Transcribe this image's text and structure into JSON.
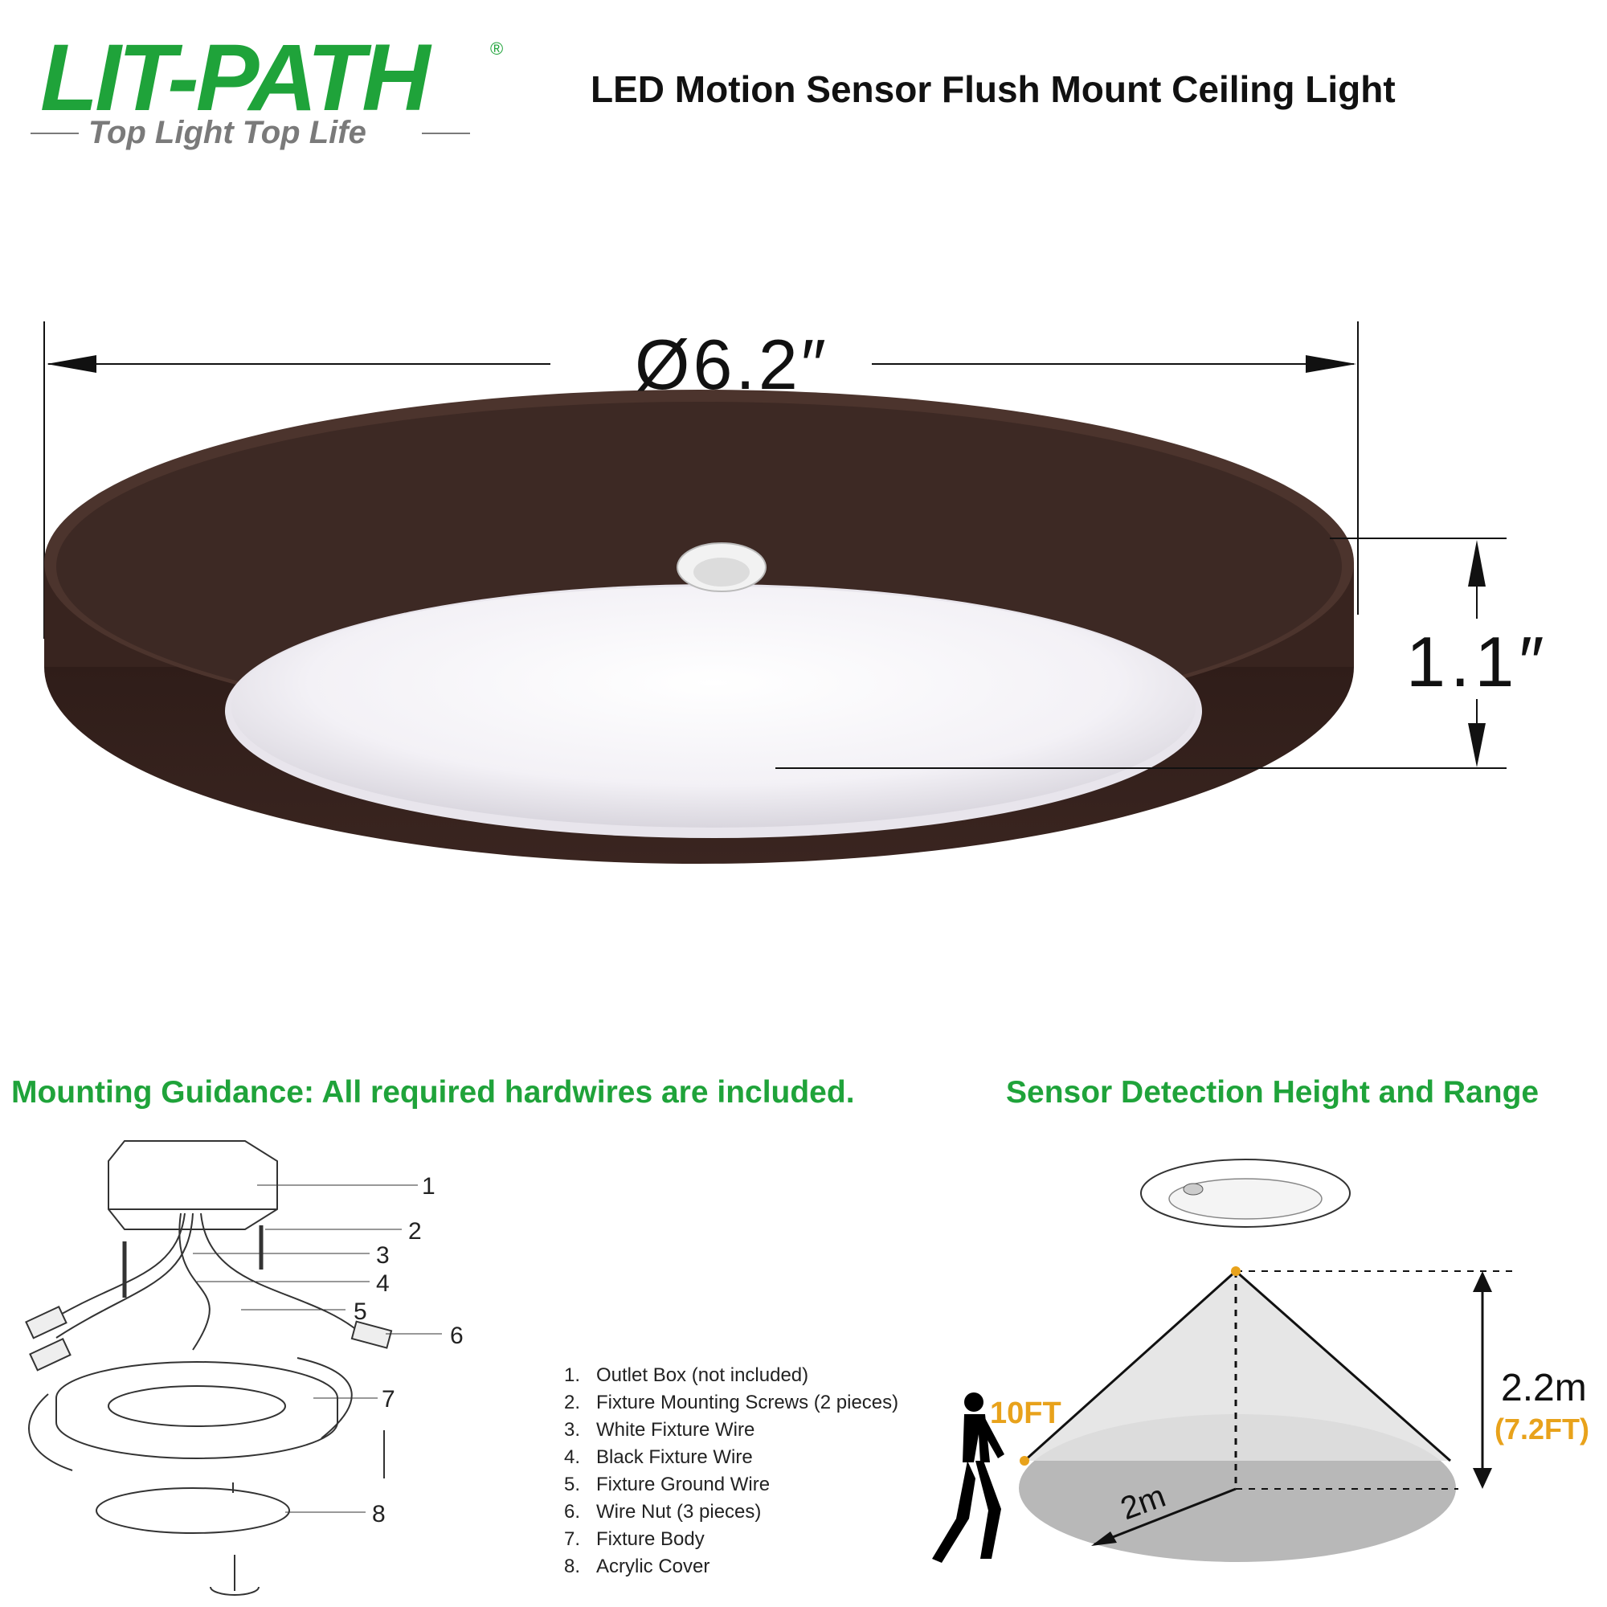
{
  "brand": {
    "logo_text": "LIT-PATH",
    "registered_mark": "®",
    "tagline": "Top Light Top Life",
    "color": "#1fa33a"
  },
  "headline": "LED Motion Sensor Flush Mount Ceiling Light",
  "dimensions": {
    "diameter": "Ø6.2″",
    "height": "1.1″"
  },
  "mounting": {
    "title": "Mounting Guidance: All required hardwires are included.",
    "callouts": [
      "1",
      "2",
      "3",
      "4",
      "5",
      "6",
      "7",
      "8"
    ],
    "parts": [
      {
        "num": "1.",
        "label": "Outlet Box (not included)"
      },
      {
        "num": "2.",
        "label": "Fixture Mounting Screws (2 pieces)"
      },
      {
        "num": "3.",
        "label": "White Fixture Wire"
      },
      {
        "num": "4.",
        "label": "Black Fixture Wire"
      },
      {
        "num": "5.",
        "label": "Fixture Ground Wire"
      },
      {
        "num": "6.",
        "label": "Wire Nut (3 pieces)"
      },
      {
        "num": "7.",
        "label": "Fixture Body"
      },
      {
        "num": "8.",
        "label": "Acrylic Cover"
      }
    ]
  },
  "sensor": {
    "title": "Sensor Detection Height and Range",
    "distance_ft": "10FT",
    "radius_m": "2m",
    "height_m": "2.2m",
    "height_ft": "(7.2FT)",
    "accent_color": "#e8a21b"
  }
}
